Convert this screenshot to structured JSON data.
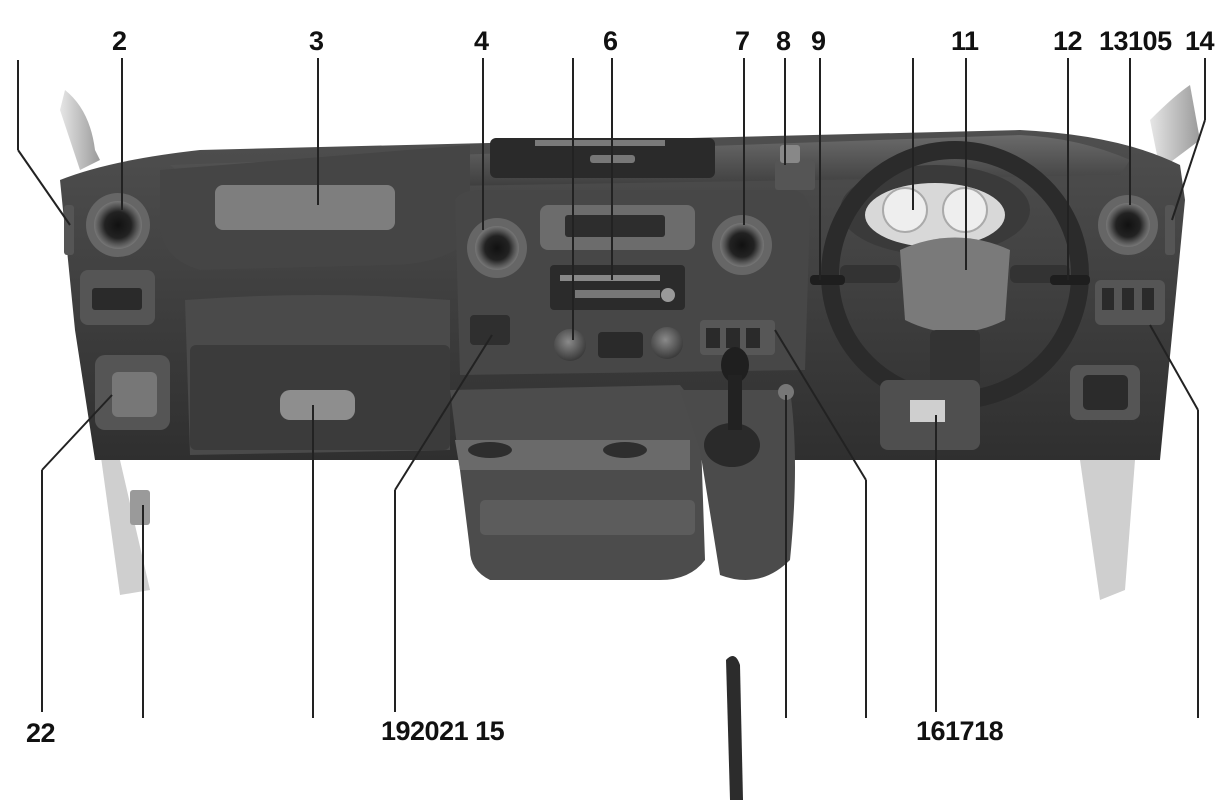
{
  "figure": {
    "top_callouts": [
      "2",
      "3",
      "4",
      "6",
      "7",
      "8",
      "9",
      "11",
      "12",
      "13",
      "10",
      "5",
      "14"
    ],
    "top_right_group": "13105",
    "bottom_callouts": [
      "22",
      "19",
      "20",
      "21",
      "15",
      "16",
      "17",
      "18"
    ],
    "bottom_center_group": "192021 15",
    "bottom_right_group": "161718"
  },
  "colors": {
    "dash_dark": "#3a3a3a",
    "dash_mid": "#5c5c5c",
    "dash_light": "#8a8a8a",
    "leader_line": "#222222",
    "label_text": "#111111"
  }
}
